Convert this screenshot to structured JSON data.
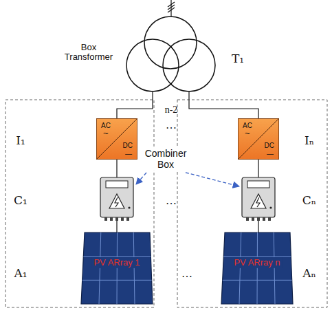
{
  "diagram": {
    "nodes": [
      {
        "text": [
          "Box Transformer"
        ]
      },
      {
        "text": [
          "AC",
          "~",
          "DC",
          "—"
        ]
      },
      {
        "text": [
          "AC",
          "~",
          "DC",
          "—"
        ]
      },
      {
        "text": [
          "PV ARray 1"
        ]
      },
      {
        "text": [
          "PV ARray n"
        ]
      }
    ],
    "edges": [
      {
        "from": 0,
        "to": 1,
        "arrow": "none"
      },
      {
        "from": 0,
        "to": 2,
        "arrow": "none"
      }
    ],
    "labels": [
      "T₁",
      "n-2",
      "I₁",
      "…",
      "Iₙ",
      "Combiner Box",
      "C₁",
      "…",
      "Cₙ",
      "A₁",
      "…",
      "Aₙ"
    ]
  }
}
